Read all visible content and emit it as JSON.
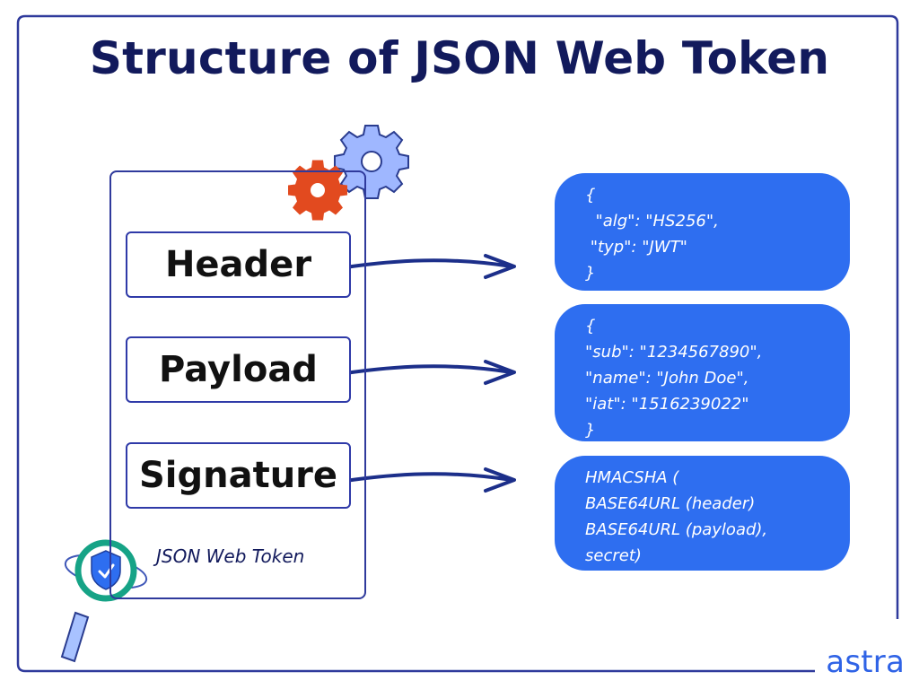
{
  "title": "Structure of JSON Web Token",
  "token": {
    "caption": "JSON Web Token",
    "parts": [
      {
        "label": "Header"
      },
      {
        "label": "Payload"
      },
      {
        "label": "Signature"
      }
    ]
  },
  "code": {
    "header": "{\n  \"alg\": \"HS256\",\n \"typ\": \"JWT\"\n}",
    "payload": "{\n\"sub\": \"1234567890\",\n\"name\": \"John Doe\",\n\"iat\": \"1516239022\"\n}",
    "signature": "HMACSHA (\nBASE64URL (header)\nBASE64URL (payload),\nsecret)"
  },
  "brand": "astra",
  "colors": {
    "navy": "#121a5c",
    "accent_blue": "#2e6ef0",
    "orange": "#e24a1f",
    "light_blue_gear": "#9fb7ff",
    "green_ring": "#16a386"
  }
}
